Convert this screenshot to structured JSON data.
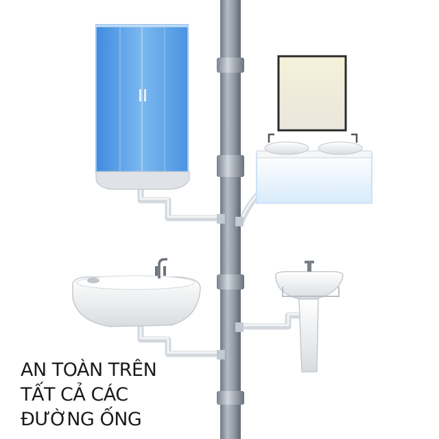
{
  "caption": {
    "lines": [
      "AN TOÀN TRÊN",
      "TẤT CẢ CÁC",
      "ĐƯỜNG ỐNG"
    ],
    "color": "#1a1a1a"
  },
  "colors": {
    "main_pipe": "#8e98a4",
    "branch_pipe": "#d6dbe0",
    "shower_glass": "#5a9fe6",
    "ceramic": "#f1f1f1",
    "vanity_glow": "#e3f0fb",
    "mirror": "#f4efd8"
  },
  "icons": [
    "shower-cabin-icon",
    "mirror-icon",
    "double-basin-vanity-icon",
    "vessel-sink-icon",
    "pedestal-sink-icon",
    "drain-pipe-icon"
  ]
}
